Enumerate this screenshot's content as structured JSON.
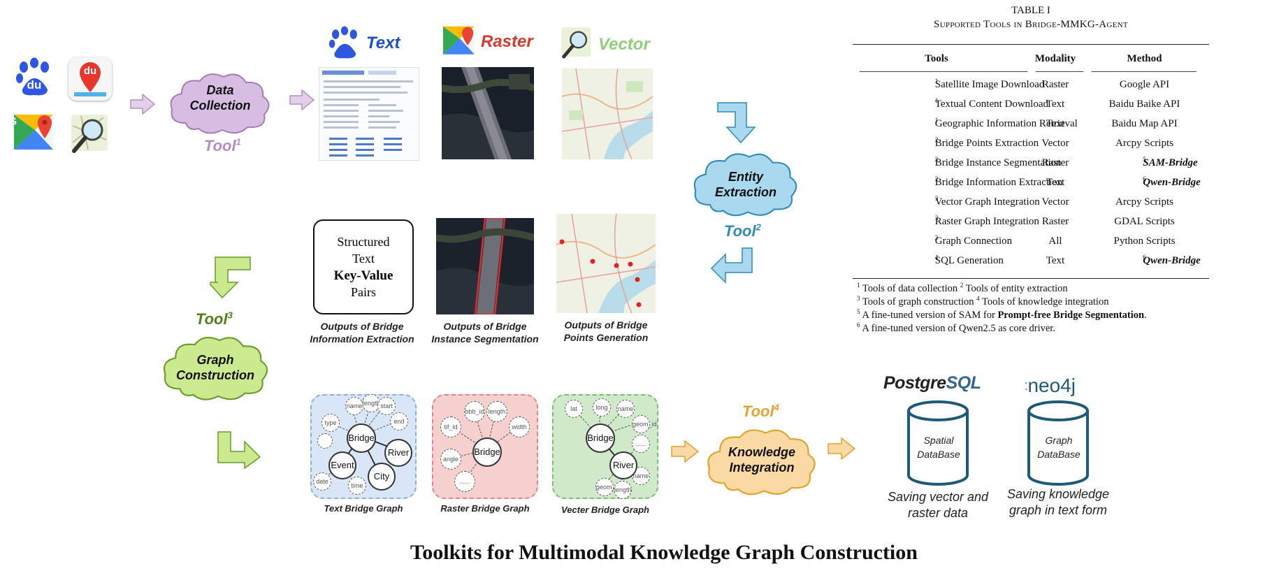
{
  "sources": {
    "text_label": "Text",
    "raster_label": "Raster",
    "vector_label": "Vector",
    "baidu_logo_text": "du",
    "baidu_map_text": "du",
    "google_logo_text": "G"
  },
  "clouds": {
    "data_collection": "Data Collection",
    "entity_extraction": "Entity Extraction",
    "graph_construction": "Graph Construction",
    "knowledge_integration": "Knowledge Integration"
  },
  "tools": {
    "tool1": "Tool",
    "tool1_sup": "1",
    "tool2": "Tool",
    "tool2_sup": "2",
    "tool3": "Tool",
    "tool3_sup": "3",
    "tool4": "Tool",
    "tool4_sup": "4"
  },
  "structured_box": {
    "line1": "Structured",
    "line2": "Text",
    "line3": "Key-Value",
    "line4": "Pairs"
  },
  "outputs": {
    "info_extraction": "Outputs of Bridge Information Extraction",
    "instance_segmentation": "Outputs of Bridge Instance Segmentation",
    "points_generation": "Outputs of Bridge Points Generation"
  },
  "graphs": {
    "text_graph": {
      "caption": "Text Bridge Graph",
      "main_nodes": [
        "Bridge",
        "River",
        "Event",
        "City"
      ],
      "attr_nodes": [
        "name",
        "length",
        "start",
        "type",
        "end",
        "date",
        "time"
      ]
    },
    "raster_graph": {
      "caption": "Raster Bridge Graph",
      "main_nodes": [
        "Bridge"
      ],
      "attr_nodes": [
        "bbb_id",
        "length",
        "tif_id",
        "width",
        "angle",
        "......"
      ]
    },
    "vector_graph": {
      "caption": "Vecter Bridge Graph",
      "main_nodes": [
        "Bridge",
        "River"
      ],
      "attr_nodes": [
        "lat",
        "long",
        "name",
        "geom_id",
        "......",
        "name",
        "geom_id",
        "length"
      ]
    }
  },
  "databases": {
    "postgres_logo": "PostgreSQL",
    "postgres_logo_a": "Postgre",
    "postgres_logo_b": "SQL",
    "neo4j_logo": "neo4j",
    "spatial_db": "Spatial DataBase",
    "graph_db": "Graph DataBase",
    "postgres_caption": "Saving vector and raster data",
    "neo4j_caption": "Saving knowledge graph in text form"
  },
  "table": {
    "caption": "TABLE I",
    "subcaption": "Supported Tools in Bridge-MMKG-Agent",
    "headers": [
      "Tools",
      "Modality",
      "Method"
    ],
    "rows": [
      {
        "tool": "Satellite Image Download",
        "sup": "1",
        "modality": "Raster",
        "method": "Google API",
        "method_sup": ""
      },
      {
        "tool": "Textual Content Download",
        "sup": "1",
        "modality": "Text",
        "method": "Baidu Baike API",
        "method_sup": ""
      },
      {
        "tool": "Geographic Information Retrieval",
        "sup": "1",
        "modality": "Text",
        "method": "Baidu Map API",
        "method_sup": ""
      },
      {
        "tool": "Bridge Points Extraction",
        "sup": "2",
        "modality": "Vector",
        "method": "Arcpy Scripts",
        "method_sup": ""
      },
      {
        "tool": "Bridge Instance Segmentation",
        "sup": "2",
        "modality": "Raster",
        "method": "SAM-Bridge",
        "method_sup": "5"
      },
      {
        "tool": "Bridge Information Extraction",
        "sup": "2",
        "modality": "Text",
        "method": "Qwen-Bridge",
        "method_sup": "6"
      },
      {
        "tool": "Vector Graph Integration",
        "sup": "3",
        "modality": "Vector",
        "method": "Arcpy Scripts",
        "method_sup": ""
      },
      {
        "tool": "Raster Graph Integration",
        "sup": "3",
        "modality": "Raster",
        "method": "GDAL Scripts",
        "method_sup": ""
      },
      {
        "tool": "Graph Connection",
        "sup": "3",
        "modality": "All",
        "method": "Python Scripts",
        "method_sup": ""
      },
      {
        "tool": "SQL Generation",
        "sup": "4",
        "modality": "Text",
        "method": "Qwen-Bridge",
        "method_sup": "6"
      }
    ],
    "footnotes": {
      "f1_sup": "1",
      "f1": "Tools of data collection",
      "f2_sup": "2",
      "f2": "Tools of entity extraction",
      "f3_sup": "3",
      "f3": "Tools of graph construction",
      "f4_sup": "4",
      "f4": "Tools of knowledge integration",
      "f5_sup": "5",
      "f5_a": "A fine-tuned version of SAM for ",
      "f5_b": "Prompt-free Bridge Segmentation",
      "f5_c": ".",
      "f6_sup": "6",
      "f6": "A fine-tuned version of Qwen2.5 as core driver."
    }
  },
  "main_title": "Toolkits for Multimodal Knowledge Graph Construction",
  "colors": {
    "purple": "#c9a7d4",
    "purple_dark": "#9d6fb0",
    "blue": "#a9d8ef",
    "blue_dark": "#2f8bb5",
    "green": "#cbe98f",
    "green_dark": "#4f7f1b",
    "orange": "#fbd9a4",
    "orange_dark": "#e0a330",
    "text_blue": "#1f4fc8",
    "raster_red": "#d33b2c",
    "vector_green": "#8fcf7b",
    "db_blue": "#1f5a78"
  }
}
